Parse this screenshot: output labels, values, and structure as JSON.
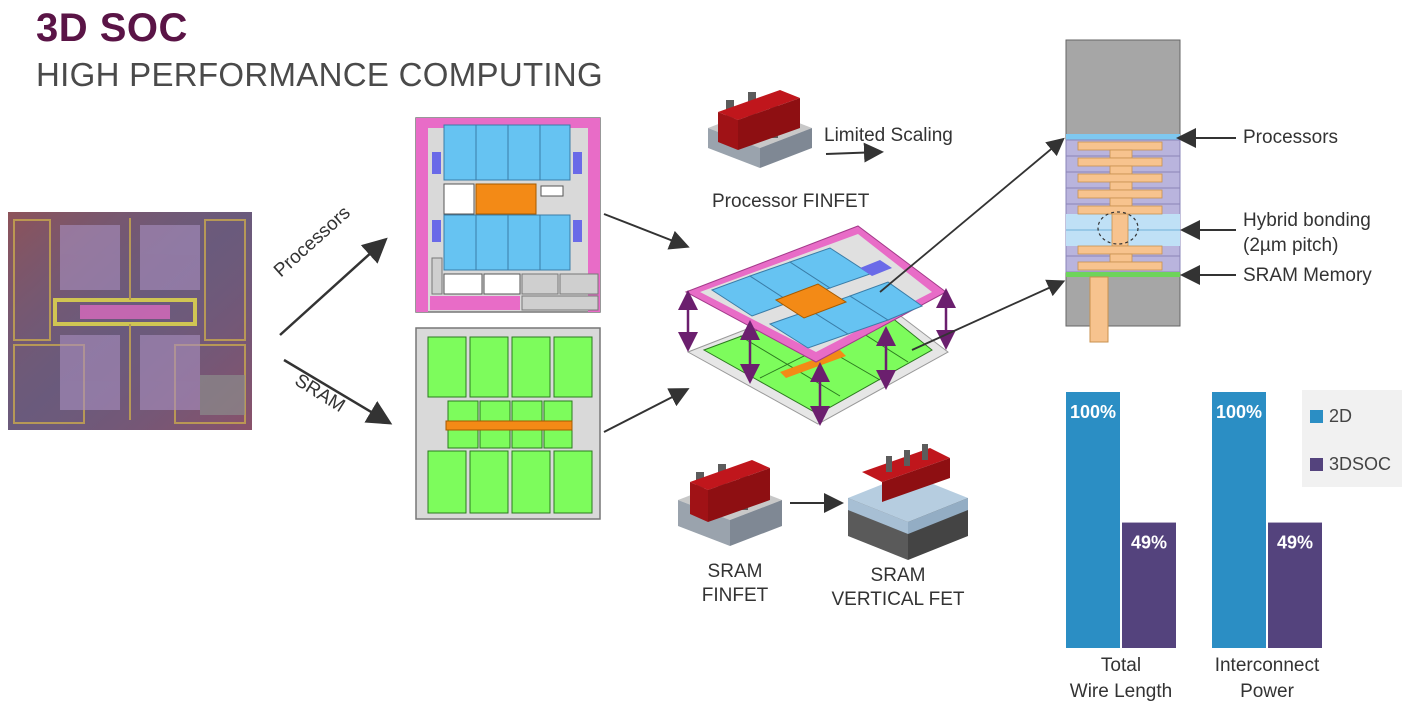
{
  "header": {
    "title": "3D SOC",
    "subtitle": "HIGH PERFORMANCE COMPUTING"
  },
  "flow": {
    "processors_label": "Processors",
    "sram_label": "SRAM"
  },
  "finfet": {
    "processor_label": "Processor FINFET",
    "limited_scaling_label": "Limited Scaling",
    "sram_finfet_line1": "SRAM",
    "sram_finfet_line2": "FINFET",
    "sram_vfet_line1": "SRAM",
    "sram_vfet_line2": "VERTICAL FET"
  },
  "stack": {
    "processors_label": "Processors",
    "hybrid_line1": "Hybrid bonding",
    "hybrid_line2": "(2µm pitch)",
    "sram_memory_label": "SRAM Memory"
  },
  "colors": {
    "title": "#5a1446",
    "magenta": "#e86cc7",
    "core_blue": "#66c3f2",
    "sram_green": "#7dfc5c",
    "orange": "#f38a16",
    "bar_2d": "#2b8ec4",
    "bar_3dsoc": "#54437d",
    "arrow_purple": "#6b1f6e"
  },
  "chart_data": {
    "type": "bar",
    "categories": [
      "Total Wire Length",
      "Interconnect Power"
    ],
    "category_lines": [
      [
        "Total",
        "Wire Length"
      ],
      [
        "Interconnect",
        "Power"
      ]
    ],
    "series": [
      {
        "name": "2D",
        "values": [
          100,
          100
        ],
        "labels": [
          "100%",
          "100%"
        ]
      },
      {
        "name": "3DSOC",
        "values": [
          49,
          49
        ],
        "labels": [
          "49%",
          "49%"
        ]
      }
    ],
    "ylim": [
      0,
      100
    ],
    "legend": "right"
  }
}
